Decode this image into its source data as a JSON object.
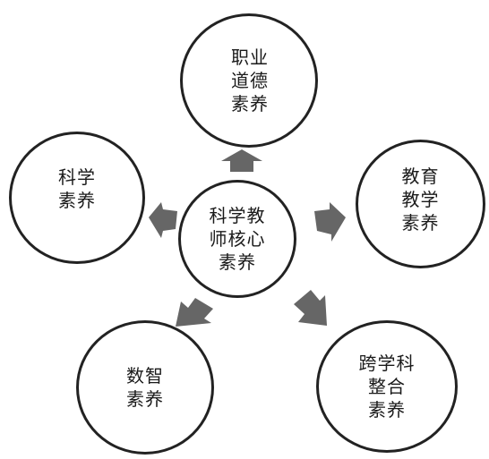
{
  "center": {
    "lines": [
      "科学教",
      "师核心",
      "素养"
    ]
  },
  "nodes": {
    "top": {
      "lines": [
        "职业",
        "道德",
        "素养"
      ]
    },
    "left": {
      "lines": [
        "科学",
        "素养"
      ]
    },
    "right": {
      "lines": [
        "教育",
        "教学",
        "素养"
      ]
    },
    "bottom_left": {
      "lines": [
        "数智",
        "素养"
      ]
    },
    "bottom_right": {
      "lines": [
        "跨学科",
        "整合",
        "素养"
      ]
    }
  },
  "colors": {
    "arrow": "#666666",
    "border": "#222222",
    "text": "#1a1a1a"
  }
}
